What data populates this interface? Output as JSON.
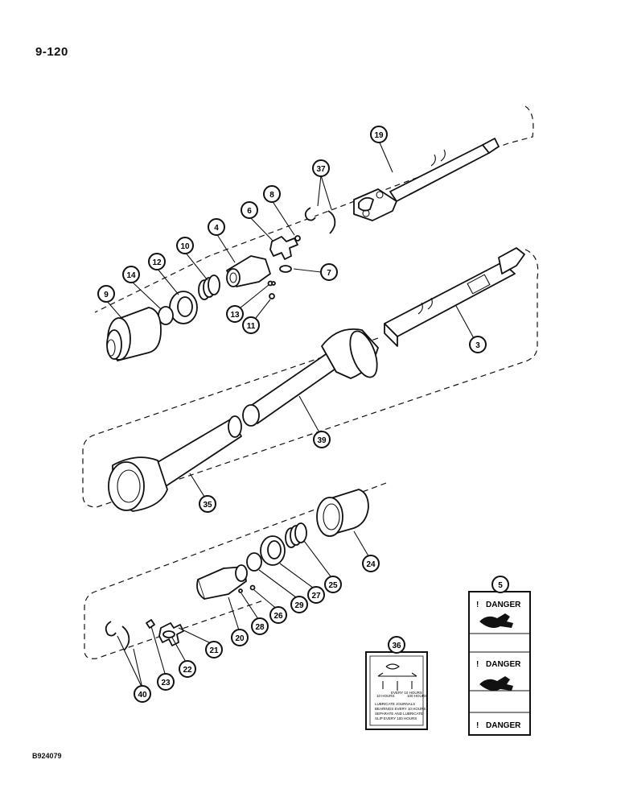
{
  "page_number": "9-120",
  "figure_id": "B924079",
  "callouts": [
    {
      "label": "19"
    },
    {
      "label": "37"
    },
    {
      "label": "8"
    },
    {
      "label": "6"
    },
    {
      "label": "4"
    },
    {
      "label": "10"
    },
    {
      "label": "12"
    },
    {
      "label": "14"
    },
    {
      "label": "9"
    },
    {
      "label": "7"
    },
    {
      "label": "13"
    },
    {
      "label": "11"
    },
    {
      "label": "3"
    },
    {
      "label": "39"
    },
    {
      "label": "35"
    },
    {
      "label": "24"
    },
    {
      "label": "25"
    },
    {
      "label": "27"
    },
    {
      "label": "29"
    },
    {
      "label": "26"
    },
    {
      "label": "28"
    },
    {
      "label": "20"
    },
    {
      "label": "21"
    },
    {
      "label": "22"
    },
    {
      "label": "23"
    },
    {
      "label": "40"
    },
    {
      "label": "36"
    },
    {
      "label": "5"
    }
  ],
  "danger_decal": {
    "word": "DANGER",
    "marker": "!"
  },
  "lube_decal": {
    "line1": "LUBRICATE JOURNALS",
    "line2": "BEARINGS EVERY 10 HOURS",
    "line3": "SEPARATE AND LUBRICATE",
    "line4": "SLIP EVERY 100 HOURS",
    "hours_a": "10 HOURS",
    "hours_b": "EVERY 10 HOURS",
    "hours_c": "100 HOURS"
  }
}
